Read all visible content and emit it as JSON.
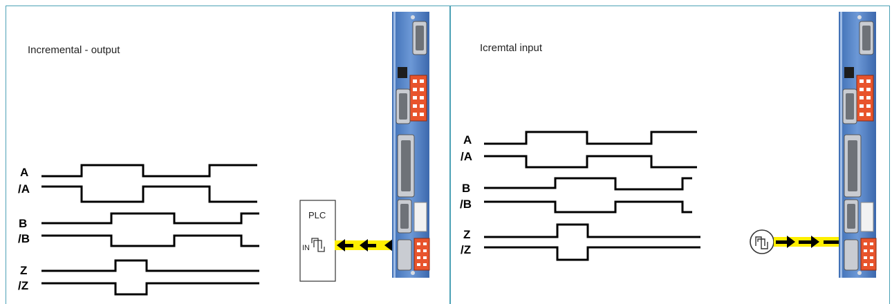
{
  "left_panel": {
    "title": "Incremental - output",
    "signals": [
      "A",
      "/A",
      "B",
      "/B",
      "Z",
      "/Z"
    ],
    "plc": {
      "label": "PLC",
      "input_label": "IN"
    }
  },
  "right_panel": {
    "title": "Icremtal input",
    "signals": [
      "A",
      "/A",
      "B",
      "/B",
      "Z",
      "/Z"
    ]
  },
  "colors": {
    "border": "#4aa0b5",
    "module_blue": "#5a86c8",
    "connector_orange": "#e8542c",
    "arrow_yellow": "#ffef00"
  },
  "icons": [
    "square-wave-icon",
    "signal-generator-icon",
    "drive-module-icon"
  ]
}
